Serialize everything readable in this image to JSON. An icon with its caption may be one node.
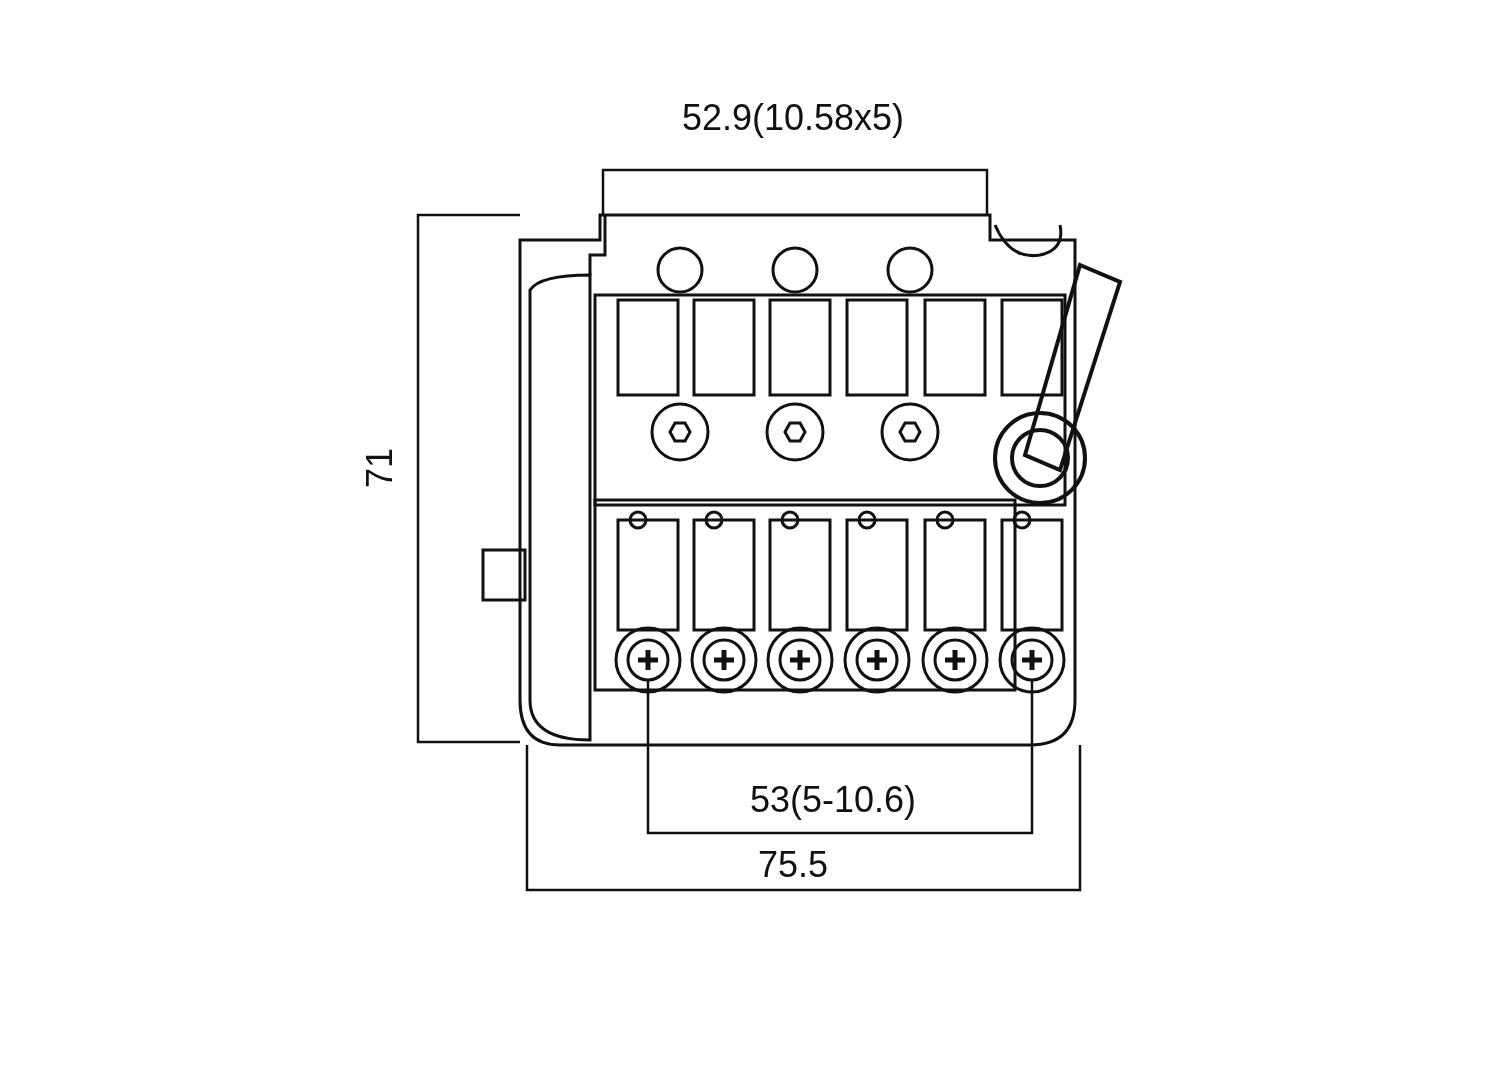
{
  "diagram": {
    "labels": [
      "52.9(10.58x5)",
      "71",
      "53(5-10.6)",
      "75.5"
    ]
  }
}
